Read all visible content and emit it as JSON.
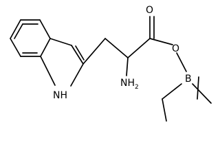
{
  "molecule": {
    "atoms": {
      "nh": {
        "main": "NH"
      },
      "o_carbonyl": {
        "main": "O"
      },
      "o_ester": {
        "main": "O"
      },
      "boron": {
        "main": "B"
      },
      "amine": {
        "main": "NH",
        "sub": "2"
      }
    }
  }
}
